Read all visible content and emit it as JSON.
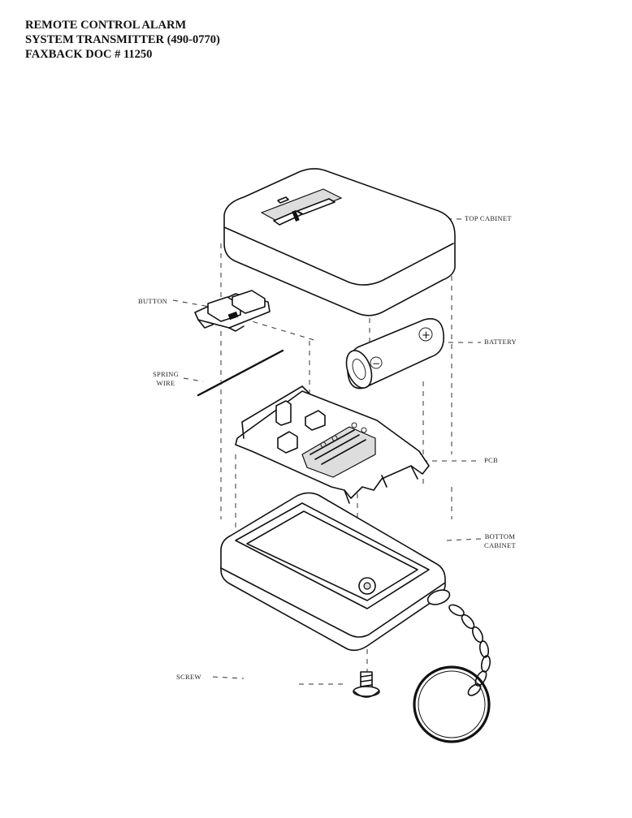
{
  "header": {
    "line1": "REMOTE CONTROL ALARM",
    "line2": "SYSTEM TRANSMITTER  (490-0770)",
    "line3": "FAXBACK DOC # 11250"
  },
  "labels": {
    "top_cabinet": "TOP CABINET",
    "button": "BUTTON",
    "battery": "BATTERY",
    "spring_wire_1": "SPRING",
    "spring_wire_2": "WIRE",
    "pcb": "PCB",
    "bottom_cabinet_1": "BOTTOM",
    "bottom_cabinet_2": "CABINET",
    "screw": "SCREW"
  },
  "battery_marks": {
    "positive": "+",
    "negative": "−"
  }
}
